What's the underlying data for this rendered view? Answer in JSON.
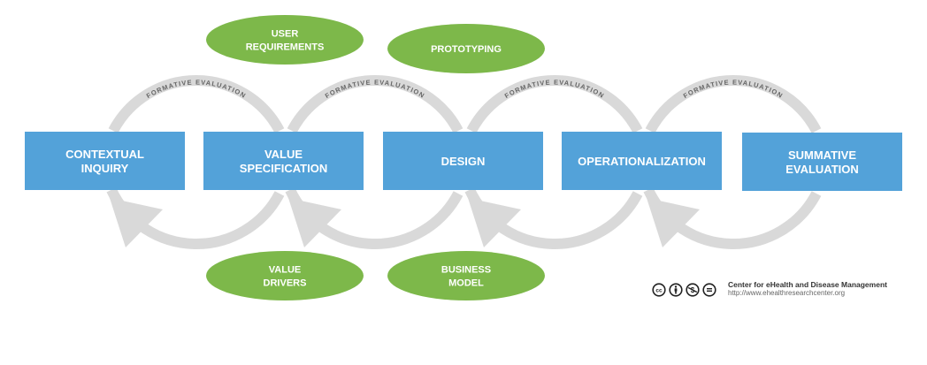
{
  "colors": {
    "box": "#53a2d9",
    "ellipse": "#7db84a",
    "arc": "#d9d9d9",
    "arc_text": "#666666",
    "text_on_shape": "#ffffff"
  },
  "stages": [
    {
      "lines": [
        "CONTEXTUAL",
        "INQUIRY"
      ]
    },
    {
      "lines": [
        "VALUE",
        "SPECIFICATION"
      ]
    },
    {
      "lines": [
        "DESIGN"
      ]
    },
    {
      "lines": [
        "OPERATIONALIZATION"
      ]
    },
    {
      "lines": [
        "SUMMATIVE",
        "EVALUATION"
      ]
    }
  ],
  "formative_label": "FORMATIVE EVALUATION",
  "top_ellipses": [
    {
      "lines": [
        "USER",
        "REQUIREMENTS"
      ]
    },
    {
      "lines": [
        "PROTOTYPING"
      ]
    }
  ],
  "bottom_ellipses": [
    {
      "lines": [
        "VALUE",
        "DRIVERS"
      ]
    },
    {
      "lines": [
        "BUSINESS",
        "MODEL"
      ]
    }
  ],
  "footer": {
    "license_icons": [
      "cc-icon",
      "attribution-icon",
      "noncommercial-icon",
      "noderivatives-icon"
    ],
    "title": "Center for eHealth and Disease Management",
    "url": "http://www.ehealthresearchcenter.org"
  }
}
